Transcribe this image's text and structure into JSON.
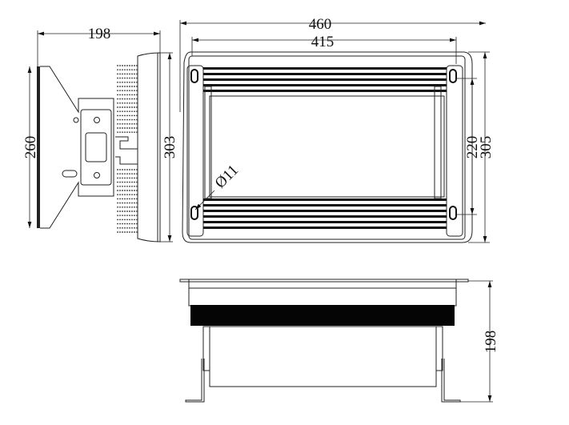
{
  "dimensions": {
    "side_depth": "198",
    "side_bracket_height": "260",
    "side_housing_height": "303",
    "front_overall_width": "460",
    "front_mount_width": "415",
    "front_overall_height": "305",
    "front_mount_height": "220",
    "hole_diameter": "Ø11",
    "bottom_depth": "198"
  }
}
